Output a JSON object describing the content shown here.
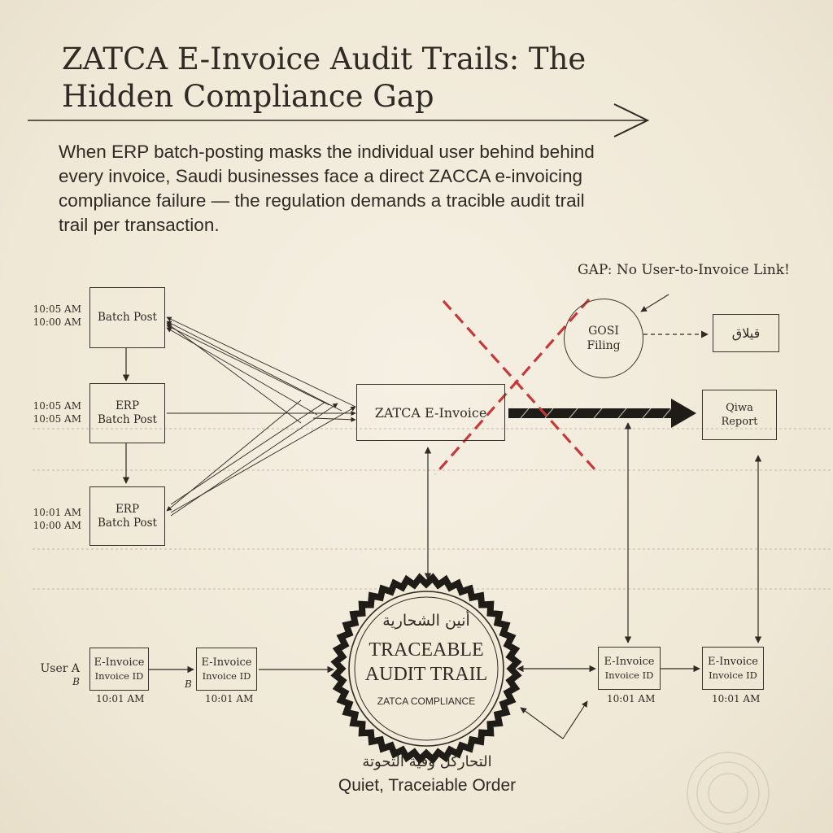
{
  "title_lines": [
    "ZATCA E-Invoice Audit Trails: The",
    "Hidden Compliance Gap"
  ],
  "intro_lines": [
    "When ERP batch-posting masks the individual user behind behind",
    "every invoice, Saudi businesses face a direct ZACCA   e-invoicing",
    "compliance failure — the regulation demands a tracible audit trail",
    "trail per transaction."
  ],
  "gap_label": "GAP: No User-to-Invoice Link!",
  "batch_boxes": [
    {
      "lines": [
        "Batch Post"
      ],
      "times": [
        "10:05 AM",
        "10:00 AM"
      ]
    },
    {
      "lines": [
        "ERP",
        "Batch Post"
      ],
      "times": [
        "10:05 AM",
        "10:05 AM"
      ]
    },
    {
      "lines": [
        "ERP",
        "Batch Post"
      ],
      "times": [
        "10:01 AM",
        "10:00 AM"
      ]
    }
  ],
  "zatca_box": "ZATCA E-Invoice",
  "gosi": [
    "GOSI",
    "Filing"
  ],
  "arabic_box": "قيلاق",
  "qiwa": [
    "Qiwa",
    "Report"
  ],
  "user_label": [
    "User A",
    "B"
  ],
  "second_marker": "B",
  "invoices": [
    {
      "lines": [
        "E-Invoice",
        "Invoice ID"
      ],
      "time": "10:01 AM"
    },
    {
      "lines": [
        "E-Invoice",
        "Invoice ID"
      ],
      "time": "10:01 AM"
    },
    {
      "lines": [
        "E-Invoice",
        "Invoice ID"
      ],
      "time": "10:01 AM"
    },
    {
      "lines": [
        "E-Invoice",
        "Invoice ID"
      ],
      "time": "10:01 AM"
    }
  ],
  "seal": {
    "arabic": "أنين الشحارية",
    "line1": "TRACEABLE",
    "line2": "AUDIT TRAIL",
    "line3": "ZATCA COMPLIANCE"
  },
  "footer_arabic": "التحاركل وفية التحوتة",
  "footer": "Quiet, Traceiable Order",
  "colors": {
    "paper": "#f2ecdd",
    "ink": "#2f2a24",
    "red_x": "#c8383a"
  }
}
